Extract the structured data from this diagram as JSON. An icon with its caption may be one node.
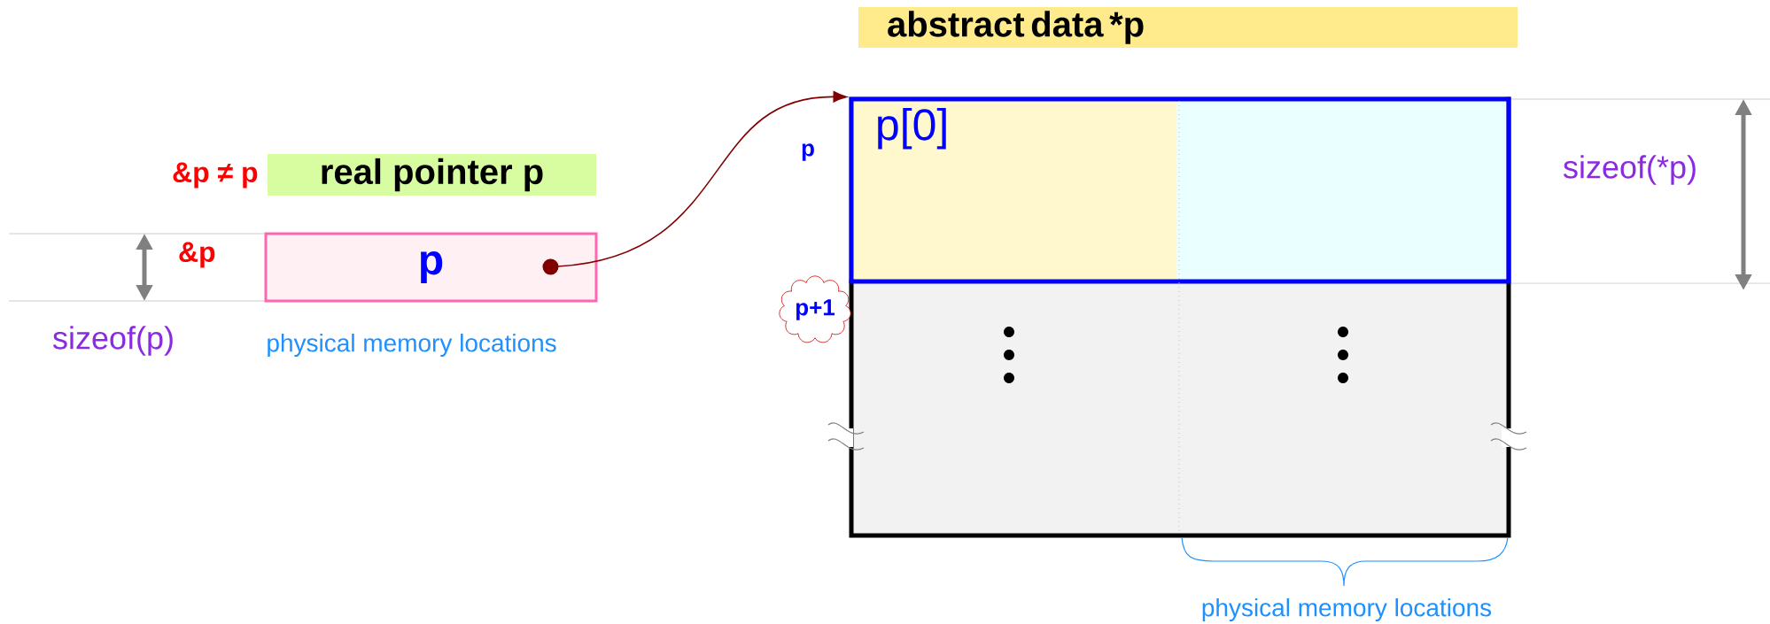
{
  "diagram": {
    "nodes": [
      {
        "text": [
          "abstract data *p"
        ]
      },
      {
        "text": [
          "real pointer p"
        ]
      },
      {
        "text": [
          "p"
        ]
      },
      {
        "text": [],
        "shape": "box"
      },
      {
        "text": [
          "p[0]"
        ],
        "in": 3
      },
      {
        "text": [
          "p+1"
        ]
      }
    ],
    "edges": [
      {
        "from": 2,
        "to": 4,
        "arrow": "to",
        "color": "#800000"
      }
    ],
    "labels": [
      "&p ≠ p",
      "&p",
      "sizeof(p)",
      "physical memory locations",
      "p",
      "sizeof(*p)",
      "physical memory locations"
    ]
  }
}
